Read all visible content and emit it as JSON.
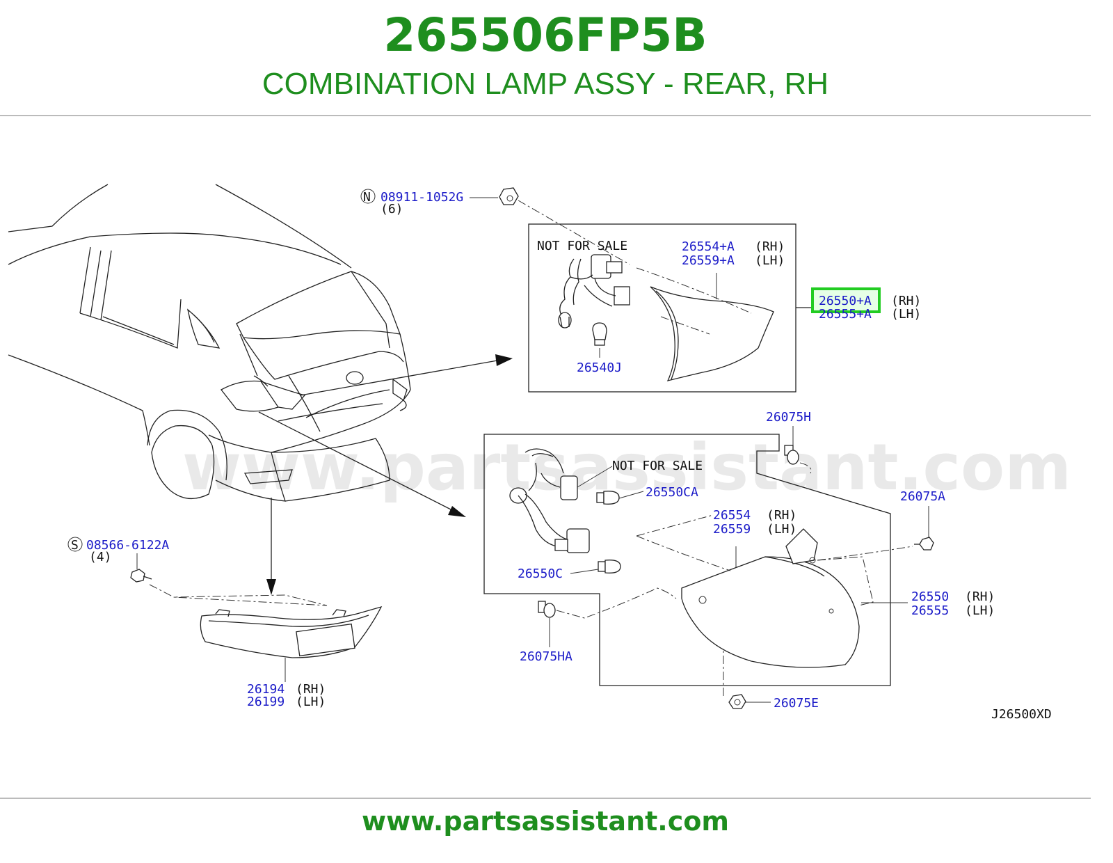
{
  "header": {
    "part_number": "265506FP5B",
    "description": "COMBINATION LAMP ASSY - REAR, RH"
  },
  "watermark": "www.partsassistant.com",
  "footer": {
    "url": "www.partsassistant.com"
  },
  "diagram_code": "J26500XD",
  "callouts": {
    "nut_code": "N",
    "nut_part": "08911-1052G",
    "nut_qty": "(6)",
    "screw_code": "S",
    "screw_part": "08566-6122A",
    "screw_qty": "(4)",
    "not_for_sale_top": "NOT FOR SALE",
    "not_for_sale_bottom": "NOT FOR SALE",
    "top_housing_rh": "26554+A",
    "top_housing_lh": "26559+A",
    "top_assy_rh": "26550+A",
    "top_assy_lh": "26555+A",
    "top_bulb": "26540J",
    "grommet_h": "26075H",
    "grommet_a": "26075A",
    "grommet_ha": "26075HA",
    "grommet_e": "26075E",
    "bulb_ca": "26550CA",
    "bulb_c": "26550C",
    "lens_rh": "26554",
    "lens_lh": "26559",
    "assy_rh": "26550",
    "assy_lh": "26555",
    "reflector_rh": "26194",
    "reflector_lh": "26199",
    "rh": "(RH)",
    "lh": "(LH)"
  },
  "highlight_color": "#22cc22",
  "brand_color": "#1e8e1e",
  "label_color": "#1a1ac8"
}
